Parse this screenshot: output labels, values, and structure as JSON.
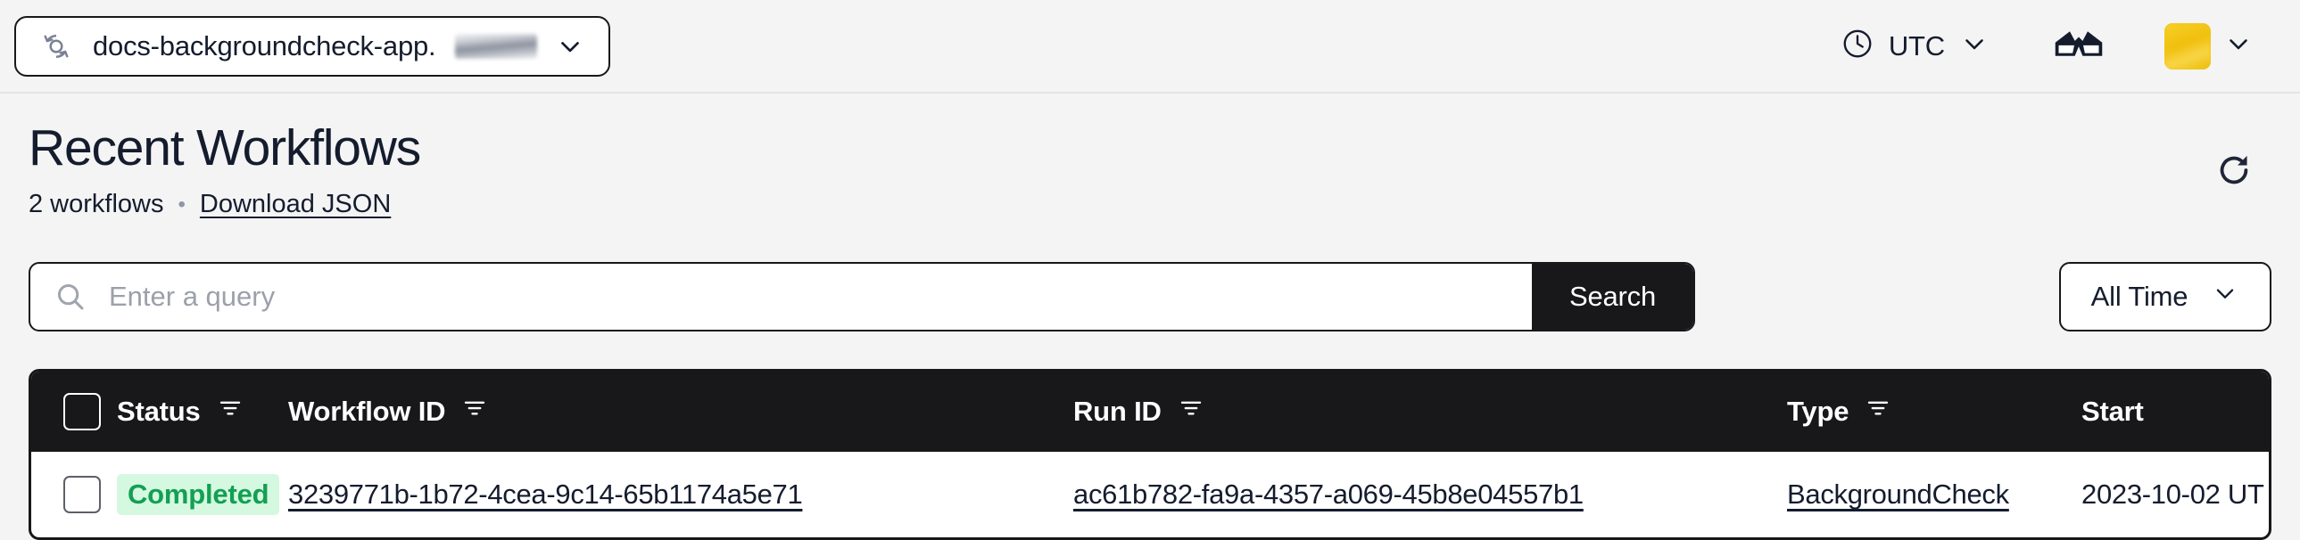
{
  "topbar": {
    "namespace_icon": "temporal-rotate-icon",
    "namespace_label": "docs-backgroundcheck-app.",
    "namespace_redacted": true,
    "namespace_chevron_icon": "chevron-down-icon",
    "timezone_icon": "clock-icon",
    "timezone_label": "UTC",
    "timezone_chevron_icon": "chevron-down-icon",
    "glasses_icon": "3d-glasses-icon",
    "avatar_icon": "user-avatar",
    "avatar_color": "#f5c518",
    "avatar_chevron_icon": "chevron-down-icon"
  },
  "page": {
    "title": "Recent Workflows",
    "workflow_count": "2 workflows",
    "separator": "•",
    "download_link": "Download JSON",
    "refresh_icon": "refresh-icon"
  },
  "search": {
    "icon": "search-icon",
    "placeholder": "Enter a query",
    "value": "",
    "button_label": "Search",
    "time_filter_label": "All Time",
    "time_filter_chevron": "chevron-down-icon"
  },
  "table": {
    "select_all_checkbox": "select-all-checkbox",
    "columns": [
      {
        "label": "Status",
        "filter_icon": "filter-icon",
        "has_filter": true
      },
      {
        "label": "Workflow ID",
        "filter_icon": "filter-icon",
        "has_filter": true
      },
      {
        "label": "Run ID",
        "filter_icon": "filter-icon",
        "has_filter": true
      },
      {
        "label": "Type",
        "filter_icon": "filter-icon",
        "has_filter": true
      },
      {
        "label": "Start",
        "filter_icon": "",
        "has_filter": false
      }
    ],
    "rows": [
      {
        "status": "Completed",
        "status_color": "#12a052",
        "status_bg": "#d5f8e1",
        "workflow_id": "3239771b-1b72-4cea-9c14-65b1174a5e71",
        "run_id": "ac61b782-fa9a-4357-a069-45b8e04557b1",
        "type": "BackgroundCheck",
        "start": "2023-10-02 UT"
      }
    ]
  }
}
